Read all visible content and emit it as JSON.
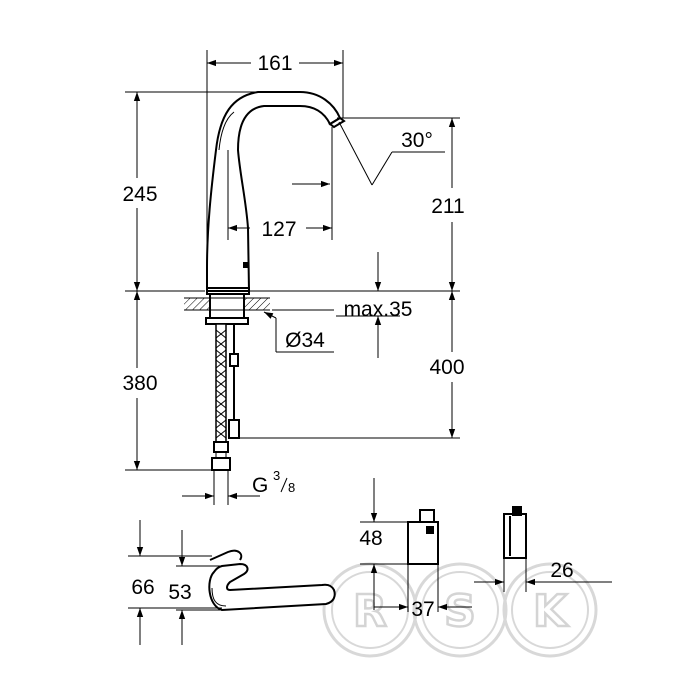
{
  "dimensions": {
    "width_161": "161",
    "height_245": "245",
    "angle_30": "30°",
    "height_211": "211",
    "reach_127": "127",
    "max_35": "max.35",
    "dia_34": "Ø34",
    "below_380": "380",
    "below_400": "400",
    "thread_g": "G",
    "thread_num": "3",
    "thread_den": "8",
    "handle_66": "66",
    "handle_53": "53",
    "box_48": "48",
    "box_37": "37",
    "sensor_26": "26"
  },
  "watermark": {
    "text": "RSK",
    "letters": [
      "R",
      "S",
      "K"
    ]
  }
}
